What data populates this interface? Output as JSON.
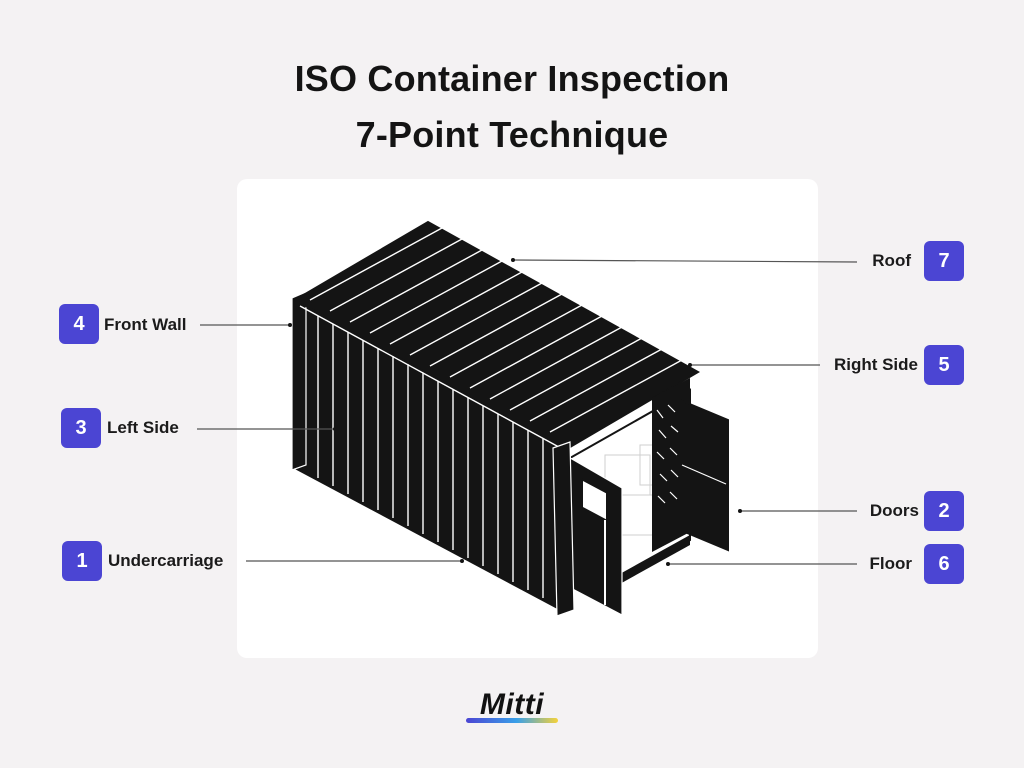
{
  "title_line1": "ISO Container Inspection",
  "title_line2": "7-Point Technique",
  "points": [
    {
      "number": "1",
      "label": "Undercarriage"
    },
    {
      "number": "2",
      "label": "Doors"
    },
    {
      "number": "3",
      "label": "Left Side"
    },
    {
      "number": "4",
      "label": "Front Wall"
    },
    {
      "number": "5",
      "label": "Right Side"
    },
    {
      "number": "6",
      "label": "Floor"
    },
    {
      "number": "7",
      "label": "Roof"
    }
  ],
  "brand": {
    "name": "Mitti",
    "accent": "#4b45d3",
    "gradient_colors": [
      "#4b45d3",
      "#3aa0e8",
      "#f5d23a"
    ]
  },
  "colors": {
    "background": "#f4f2f3",
    "panel": "#ffffff",
    "container": "#141414",
    "leader_line": "#555555"
  }
}
